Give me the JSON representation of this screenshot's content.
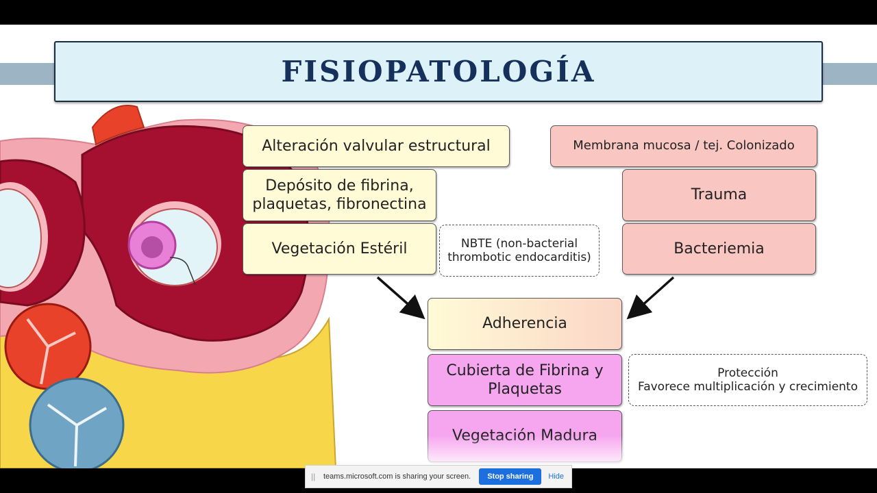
{
  "slide": {
    "title": "FISIOPATOLOGÍA",
    "left_column": [
      "Alteración valvular estructural",
      "Depósito de fibrina,",
      "plaquetas, fibronectina",
      "Vegetación Estéril"
    ],
    "nbte_note": [
      "NBTE (non-bacterial",
      "thrombotic endocarditis)"
    ],
    "right_column": [
      "Membrana mucosa / tej. Colonizado",
      "Trauma",
      "Bacteriemia"
    ],
    "center_column": [
      "Adherencia",
      "Cubierta de Fibrina y",
      "Plaquetas",
      "Vegetación Madura"
    ],
    "protection_note": [
      "Protección",
      "Favorece multiplicación y crecimiento"
    ],
    "colors": {
      "cream": "#fffbd6",
      "pink": "#f9c6c2",
      "magenta": "#f6a6ef",
      "title_bg": "#dcf1f8",
      "title_text": "#15305a"
    },
    "illustration": "heart-valves-cross-section"
  },
  "share_bar": {
    "message": "teams.microsoft.com is sharing your screen.",
    "stop_label": "Stop sharing",
    "hide_label": "Hide"
  }
}
